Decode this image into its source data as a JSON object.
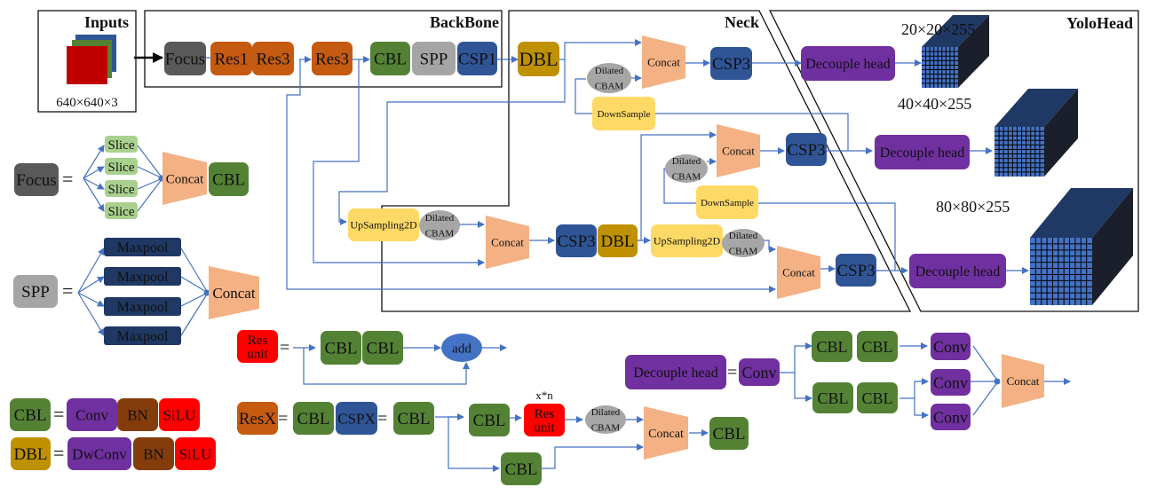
{
  "colors": {
    "focus": "#595959",
    "res": "#c55a11",
    "cbl": "#548235",
    "spp": "#a5a5a5",
    "csp": "#2f5597",
    "dbl": "#bf9000",
    "concat": "#f4b183",
    "cbam": "#a6a6a6",
    "sample": "#ffd966",
    "decouple": "#7030a0",
    "slice": "#a9d18e",
    "maxpool": "#1f3864",
    "bn": "#843c0c",
    "silu": "#ff0000",
    "add": "#4472c4",
    "arrow": "#4472c4",
    "cube_front": "#4472c4",
    "cube_top": "#203864",
    "cube_side": "#1a1f2b"
  },
  "sections": {
    "inputs": "Inputs",
    "backbone": "BackBone",
    "neck": "Neck",
    "head": "YoloHead"
  },
  "inputs": {
    "size": "640×640×3"
  },
  "backbone": {
    "blocks": [
      "Focus",
      "Res1",
      "Res3",
      "Res3",
      "CBL",
      "SPP",
      "CSP1"
    ]
  },
  "neck": {
    "dbl": "DBL",
    "concat": "Concat",
    "csp3": "CSP3",
    "cbam_line1": "Dilated",
    "cbam_line2": "CBAM",
    "downsample": "DownSample",
    "upsample": "UpSampling2D"
  },
  "head": {
    "decouple": "Decouple head",
    "outputs": [
      "20×20×255",
      "40×40×255",
      "80×80×255"
    ]
  },
  "legend": {
    "focus": {
      "name": "Focus",
      "eq": "=",
      "slice": "Slice",
      "concat": "Concat",
      "cbl": "CBL"
    },
    "spp": {
      "name": "SPP",
      "eq": "=",
      "maxpool": "Maxpool",
      "concat": "Concat"
    },
    "cbl": {
      "name": "CBL",
      "eq": "=",
      "parts": [
        "Conv",
        "BN",
        "SiLU"
      ]
    },
    "dbl": {
      "name": "DBL",
      "eq": "=",
      "parts": [
        "DwConv",
        "BN",
        "SiLU"
      ]
    },
    "resunit": {
      "name_line1": "Res",
      "name_line2": "unit",
      "eq": "=",
      "cbl": "CBL",
      "add": "add"
    },
    "resx": {
      "name": "ResX",
      "eq": "=",
      "cbl": "CBL",
      "cspx": "CSPX",
      "repeat": "x*n",
      "res_line1": "Res",
      "res_line2": "unit",
      "concat": "Concat"
    },
    "decouple": {
      "name": "Decouple head",
      "eq": "=",
      "conv": "Conv",
      "cbl": "CBL",
      "concat": "Concat"
    }
  }
}
